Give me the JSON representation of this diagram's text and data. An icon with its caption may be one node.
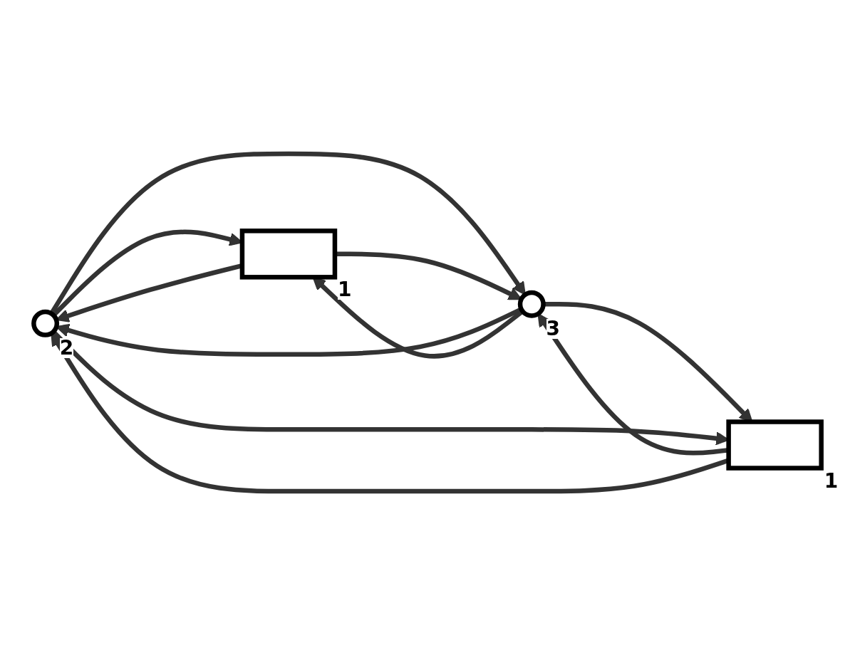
{
  "diagram": {
    "nodes": [
      {
        "text": [],
        "shape": "circle",
        "beside": [
          "2"
        ]
      },
      {
        "text": [],
        "shape": "box",
        "beside": [
          "1"
        ]
      },
      {
        "text": [],
        "shape": "circle",
        "beside": [
          "3"
        ]
      },
      {
        "text": [],
        "shape": "box",
        "beside": [
          "1"
        ]
      }
    ],
    "edges": [
      {
        "from": 0,
        "to": 1,
        "arrow": "to"
      },
      {
        "from": 1,
        "to": 0,
        "arrow": "to"
      },
      {
        "from": 0,
        "to": 2,
        "arrow": "to"
      },
      {
        "from": 2,
        "to": 0,
        "arrow": "to"
      },
      {
        "from": 2,
        "to": 1,
        "arrow": "to"
      },
      {
        "from": 1,
        "to": 2,
        "arrow": "to"
      },
      {
        "from": 2,
        "to": 3,
        "arrow": "to"
      },
      {
        "from": 3,
        "to": 2,
        "arrow": "to"
      },
      {
        "from": 0,
        "to": 3,
        "arrow": "to"
      },
      {
        "from": 3,
        "to": 0,
        "arrow": "to"
      }
    ]
  }
}
